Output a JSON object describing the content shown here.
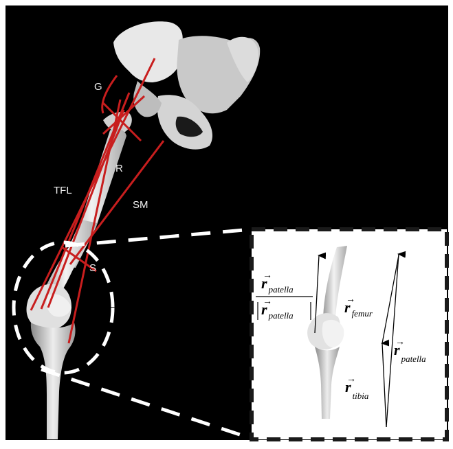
{
  "muscle_labels": {
    "g": "G",
    "r": "R",
    "tfl": "TFL",
    "sm": "SM",
    "s": "S"
  },
  "vector_labels": {
    "r_symbol": "r",
    "patella_sub": "patella",
    "femur_sub": "femur",
    "tibia_sub": "tibia"
  },
  "colors": {
    "background": "#000000",
    "muscle_line": "#c81e1e",
    "bone": "#e6e6e6",
    "inset_bg": "#ffffff",
    "dash": "#ffffff"
  }
}
